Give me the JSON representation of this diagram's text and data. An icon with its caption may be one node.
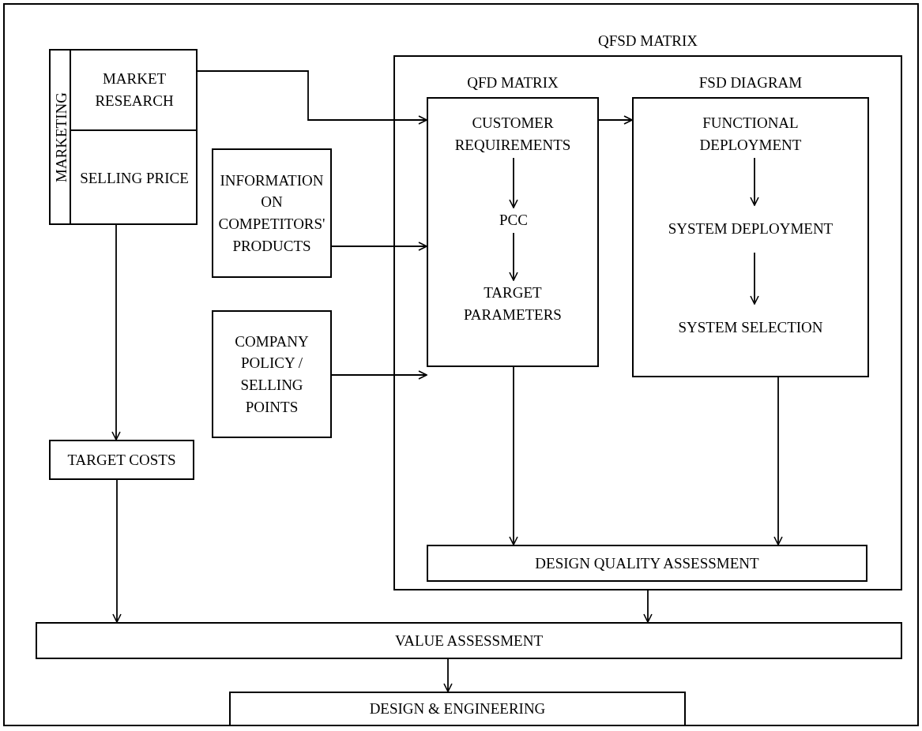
{
  "diagram": {
    "nodes": [
      {
        "text": [
          "MARKETING"
        ]
      },
      {
        "text": [
          "MARKET RESEARCH"
        ],
        "in": 0
      },
      {
        "text": [
          "SELLING PRICE"
        ],
        "in": 0
      },
      {
        "text": [
          "INFORMATION ON COMPETITORS' PRODUCTS"
        ]
      },
      {
        "text": [
          "COMPANY POLICY / SELLING POINTS"
        ]
      },
      {
        "text": [
          "QFSD MATRIX"
        ]
      },
      {
        "text": [
          "QFD MATRIX"
        ],
        "in": 5
      },
      {
        "text": [
          "CUSTOMER REQUIREMENTS"
        ],
        "in": 6
      },
      {
        "text": [
          "PCC"
        ],
        "in": 6
      },
      {
        "text": [
          "TARGET PARAMETERS"
        ],
        "in": 6
      },
      {
        "text": [
          "FSD DIAGRAM"
        ],
        "in": 5
      },
      {
        "text": [
          "FUNCTIONAL DEPLOYMENT"
        ],
        "in": 10
      },
      {
        "text": [
          "SYSTEM DEPLOYMENT"
        ],
        "in": 10
      },
      {
        "text": [
          "SYSTEM SELECTION"
        ],
        "in": 10
      },
      {
        "text": [
          "DESIGN QUALITY ASSESSMENT"
        ],
        "in": 5
      },
      {
        "text": [
          "TARGET COSTS"
        ]
      },
      {
        "text": [
          "VALUE ASSESSMENT"
        ]
      },
      {
        "text": [
          "DESIGN & ENGINEERING"
        ]
      }
    ],
    "edges": [
      {
        "from": 1,
        "to": 6,
        "arrow": "to"
      },
      {
        "from": 3,
        "to": 6,
        "arrow": "to"
      },
      {
        "from": 4,
        "to": 6,
        "arrow": "to"
      },
      {
        "from": 6,
        "to": 10,
        "arrow": "to"
      },
      {
        "from": 7,
        "to": 8,
        "arrow": "to"
      },
      {
        "from": 8,
        "to": 9,
        "arrow": "to"
      },
      {
        "from": 11,
        "to": 12,
        "arrow": "to"
      },
      {
        "from": 12,
        "to": 13,
        "arrow": "to"
      },
      {
        "from": 6,
        "to": 14,
        "arrow": "to"
      },
      {
        "from": 10,
        "to": 14,
        "arrow": "to"
      },
      {
        "from": 2,
        "to": 15,
        "arrow": "to"
      },
      {
        "from": 15,
        "to": 16,
        "arrow": "to"
      },
      {
        "from": 5,
        "to": 16,
        "arrow": "to"
      },
      {
        "from": 16,
        "to": 17,
        "arrow": "to"
      }
    ]
  }
}
